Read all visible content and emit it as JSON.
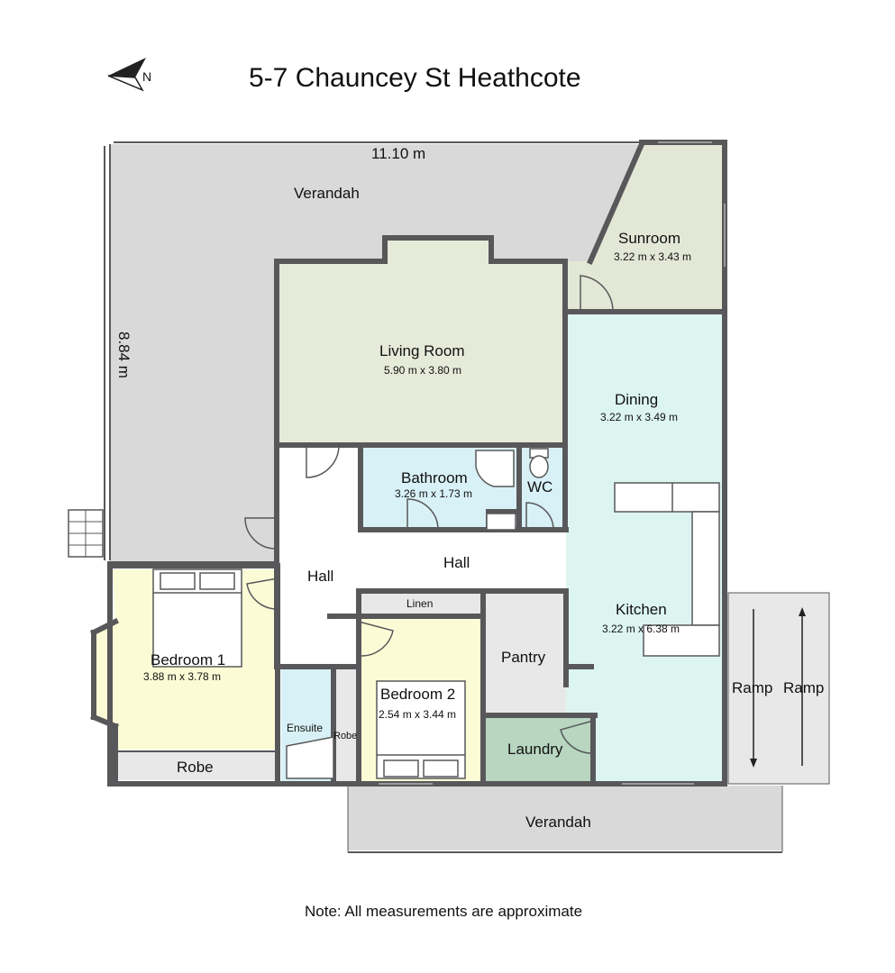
{
  "title": "5-7 Chauncey St Heathcote",
  "note": "Note: All measurements are approximate",
  "compass": {
    "label": "N"
  },
  "dimensions": {
    "width": "11.10 m",
    "depth": "8.84 m"
  },
  "rooms": {
    "verandah_top": {
      "name": "Verandah"
    },
    "verandah_bottom": {
      "name": "Verandah"
    },
    "sunroom": {
      "name": "Sunroom",
      "size": "3.22 m x 3.43 m"
    },
    "living": {
      "name": "Living Room",
      "size": "5.90 m x 3.80 m"
    },
    "dining": {
      "name": "Dining",
      "size": "3.22 m x 3.49 m"
    },
    "bathroom": {
      "name": "Bathroom",
      "size": "3.26 m x 1.73 m"
    },
    "wc": {
      "name": "WC"
    },
    "hall_left": {
      "name": "Hall"
    },
    "hall_main": {
      "name": "Hall"
    },
    "kitchen": {
      "name": "Kitchen",
      "size": "3.22 m x 6.38 m"
    },
    "linen": {
      "name": "Linen"
    },
    "pantry": {
      "name": "Pantry"
    },
    "bedroom1": {
      "name": "Bedroom 1",
      "size": "3.88 m x 3.78 m"
    },
    "bedroom2": {
      "name": "Bedroom 2",
      "size": "2.54 m x 3.44 m"
    },
    "ensuite": {
      "name": "Ensuite"
    },
    "robe_small": {
      "name": "Robe"
    },
    "robe_bed1": {
      "name": "Robe"
    },
    "laundry": {
      "name": "Laundry"
    },
    "ramp1": {
      "name": "Ramp"
    },
    "ramp2": {
      "name": "Ramp"
    }
  },
  "colors": {
    "wall": "#58585a",
    "verandah": "#d9d9d9",
    "living": "#e6ead9",
    "sunroom": "#e3e7d6",
    "kitchen": "#dcf5f1",
    "bathroom": "#d8f1f6",
    "bedroom": "#fbfbd6",
    "laundry": "#b8d6c0",
    "pantry": "#e8e8e8"
  }
}
